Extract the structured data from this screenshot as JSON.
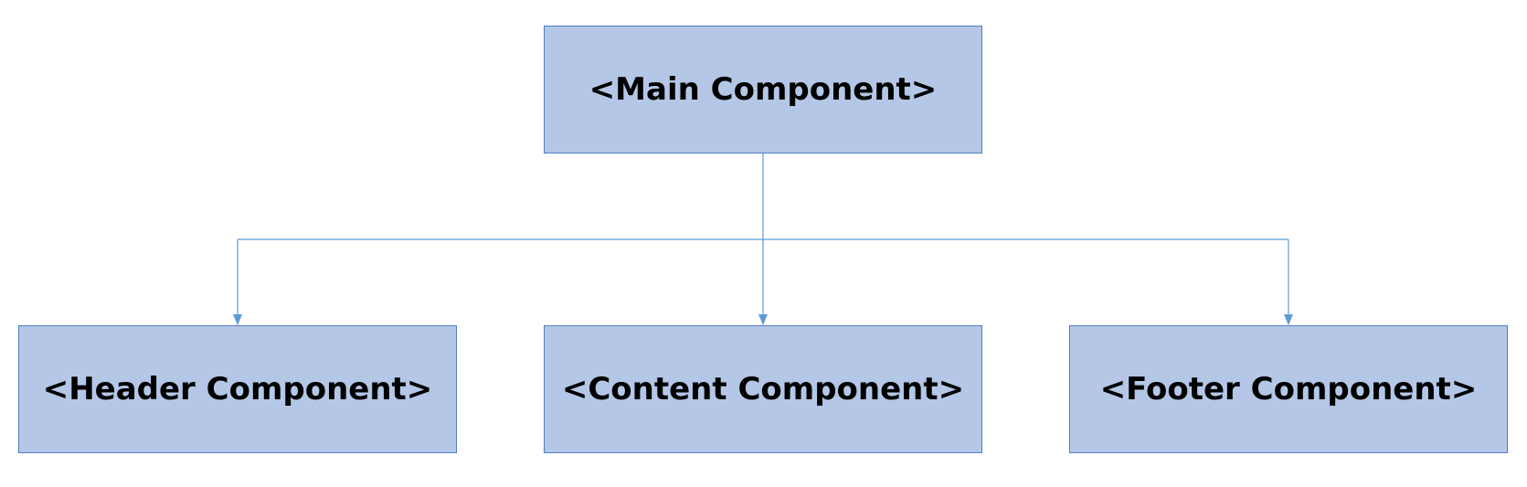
{
  "colors": {
    "box_fill": "#b4c7e7",
    "box_border": "#4f7fbf",
    "connector": "#5b9bd5",
    "text": "#000000"
  },
  "nodes": {
    "main": {
      "label": "<Main Component>"
    },
    "header": {
      "label": "<Header Component>"
    },
    "content": {
      "label": "<Content Component>"
    },
    "footer": {
      "label": "<Footer Component>"
    }
  }
}
